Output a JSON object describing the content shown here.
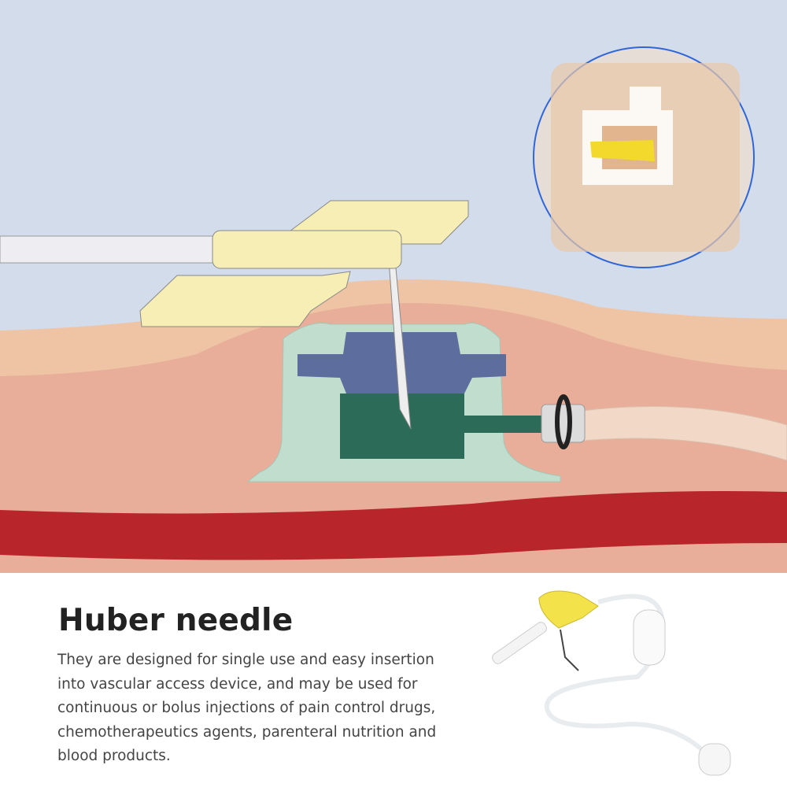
{
  "heading": "Huber needle",
  "description_lines": [
    "They are designed for single use and easy insertion",
    "into vascular access device, and may be used for",
    "continuous or bolus injections of pain control drugs,",
    "chemotherapeutics agents, parenteral nutrition and",
    "blood products."
  ],
  "colors": {
    "sky": "#d3dcea",
    "skin": "#efc4a4",
    "tissue": "#e8ac98",
    "vessel": "#b8252a",
    "port_body": "#b9e0d2",
    "septum": "#5d6d9e",
    "chamber": "#2d6b59",
    "needle_wings": "#f6eeb4",
    "inset_border": "#2f66d9",
    "product_yellow": "#f3e24a"
  }
}
